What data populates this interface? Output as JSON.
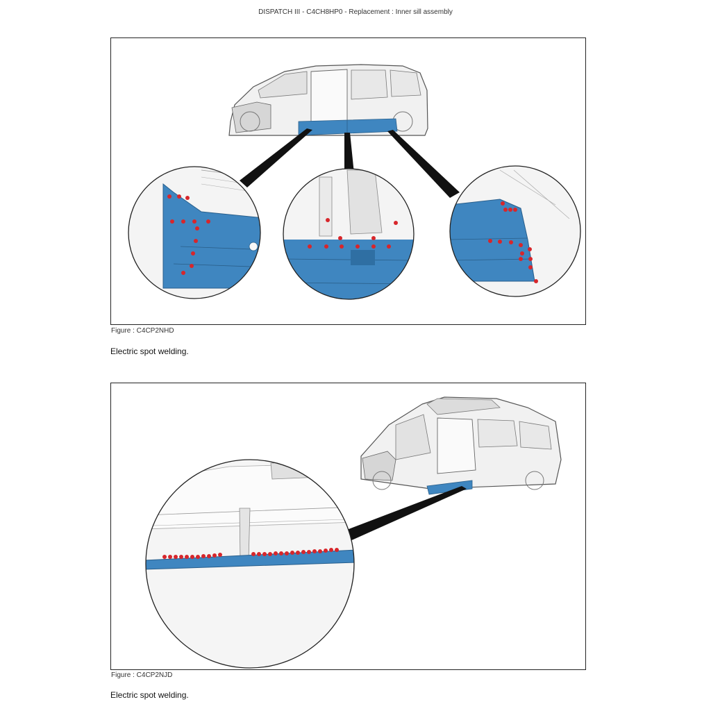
{
  "header": {
    "title": "DISPATCH III - C4CH8HP0 - Replacement : Inner sill assembly"
  },
  "figures": [
    {
      "caption": "Figure : C4CP2NHD",
      "description": "Electric spot welding."
    },
    {
      "caption": "Figure : C4CP2NJD",
      "description": "Electric spot welding."
    }
  ],
  "colors": {
    "panel_blue": "#3f86c0",
    "weld_spot": "#d7262b",
    "outline": "#222222"
  }
}
